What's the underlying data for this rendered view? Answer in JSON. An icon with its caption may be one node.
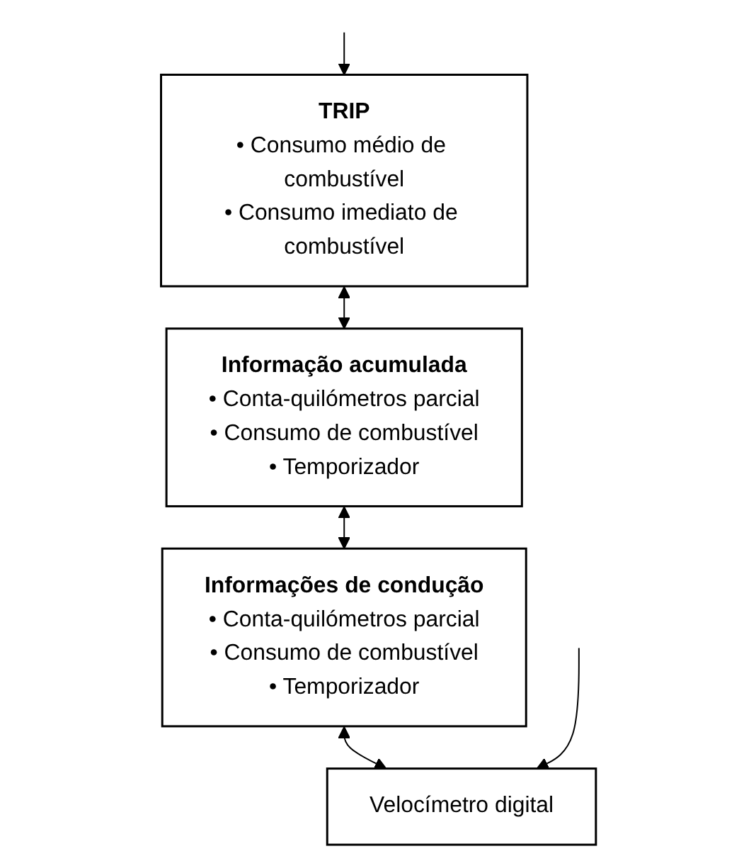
{
  "diagram": {
    "nodes": [
      {
        "text": [
          "TRIP",
          "• Consumo médio de combustível",
          "• Consumo imediato de combustível"
        ]
      },
      {
        "text": [
          "Informação acumulada",
          "• Conta-quilómetros parcial",
          "• Consumo de combustível",
          "• Temporizador"
        ]
      },
      {
        "text": [
          "Informações de condução",
          "• Conta-quilómetros parcial",
          "• Consumo de combustível",
          "• Temporizador"
        ]
      },
      {
        "text": [
          "Velocímetro digital"
        ]
      }
    ],
    "edges": [
      {
        "from": null,
        "to": 0,
        "arrow": "to"
      },
      {
        "from": 0,
        "to": 1,
        "arrow": "both"
      },
      {
        "from": 1,
        "to": 2,
        "arrow": "both"
      },
      {
        "from": 2,
        "to": 3,
        "arrow": "both"
      },
      {
        "from": null,
        "to": 3,
        "arrow": "to"
      }
    ]
  }
}
